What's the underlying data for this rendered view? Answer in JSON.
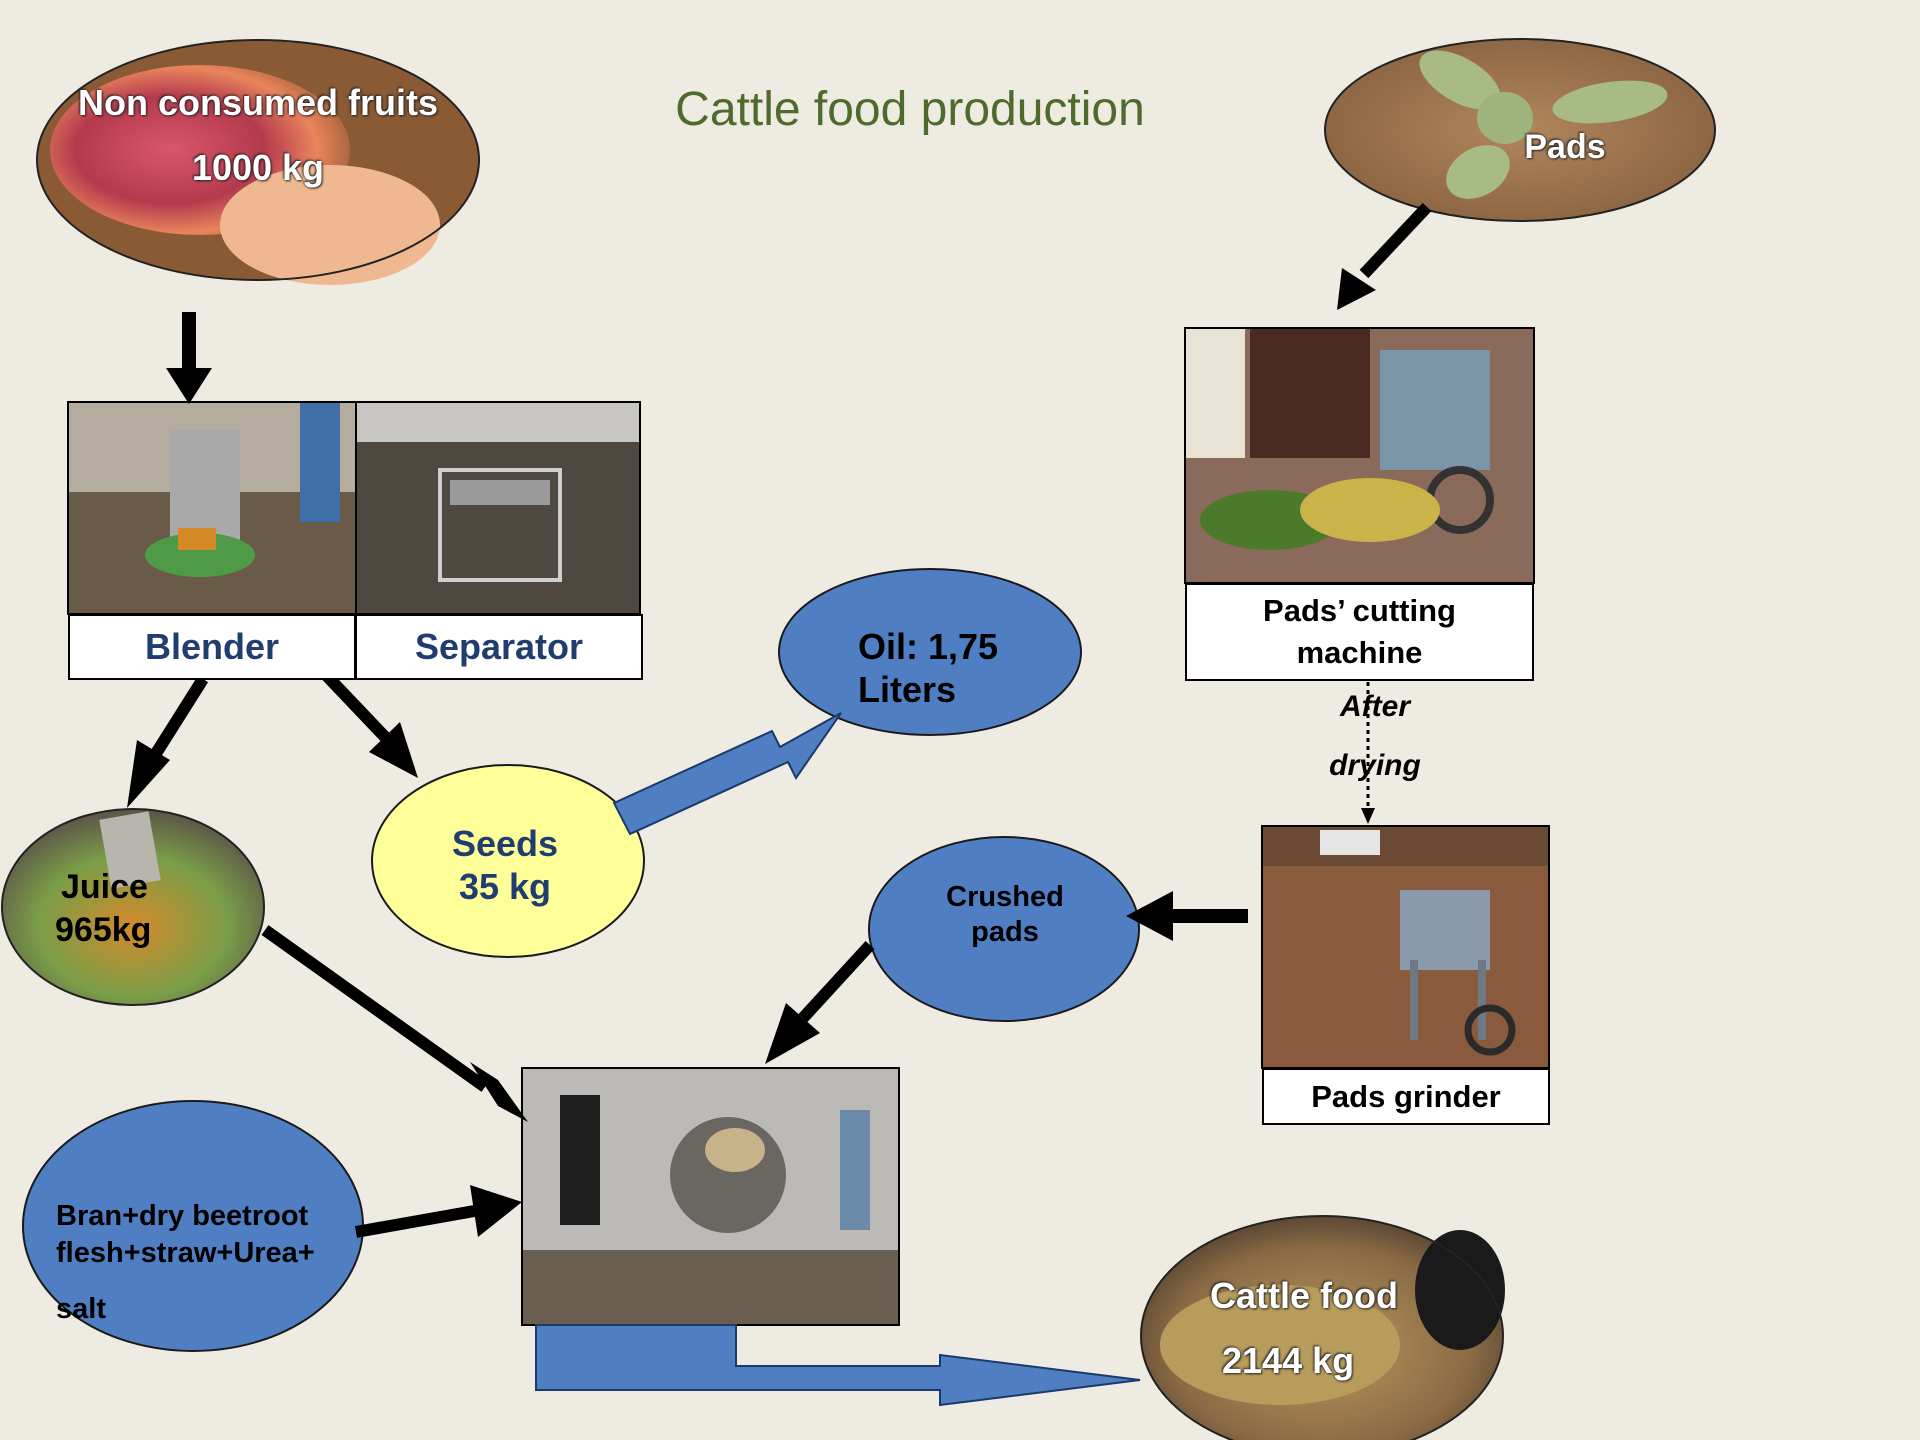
{
  "title": "Cattle food production",
  "nodes": {
    "fruits": {
      "line1": "Non consumed fruits",
      "line2": "1000 kg"
    },
    "pads": {
      "label": "Pads"
    },
    "blender": {
      "label": "Blender"
    },
    "separator": {
      "label": "Separator"
    },
    "cutting_machine": {
      "line1": "Pads’ cutting",
      "line2": "machine"
    },
    "drying": {
      "line1": "After",
      "line2": "drying"
    },
    "oil": {
      "line1": "Oil: 1,75",
      "line2": "Liters"
    },
    "seeds": {
      "line1": "Seeds",
      "line2": "35 kg"
    },
    "juice": {
      "line1": "Juice",
      "line2": "965kg"
    },
    "crushed_pads": {
      "line1": "Crushed",
      "line2": "pads"
    },
    "grinder": {
      "label": "Pads grinder"
    },
    "additives": {
      "line1": "Bran+dry beetroot",
      "line2": "flesh+straw+Urea+",
      "line3": "salt"
    },
    "cattle_food": {
      "line1": "Cattle food",
      "line2": "2144 kg"
    }
  },
  "colors": {
    "background": "#eeebe2",
    "title": "#4e6a2c",
    "blue_node": "#4f7ec3",
    "yellow_node": "#ffff99",
    "navy_text": "#1f3d6e",
    "arrow": "#000000"
  }
}
